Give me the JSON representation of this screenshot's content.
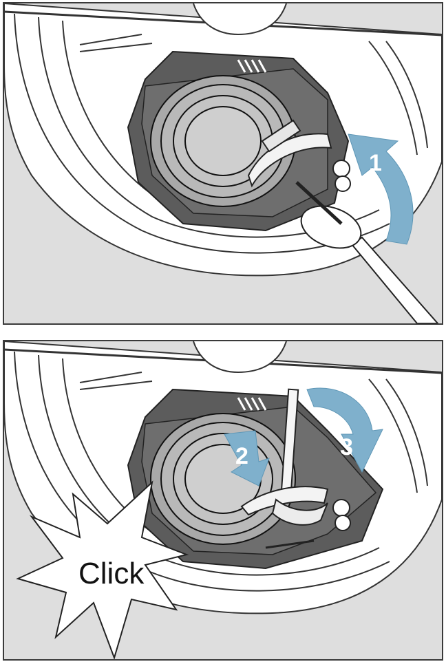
{
  "steps": {
    "step1": "1",
    "step2": "2",
    "step3": "3"
  },
  "callout": {
    "text": "Click"
  },
  "colors": {
    "arrow": "#7fb0cc",
    "filter_housing": "#5a5a5a",
    "background": "#dedede",
    "outline": "#3a3a3a"
  }
}
